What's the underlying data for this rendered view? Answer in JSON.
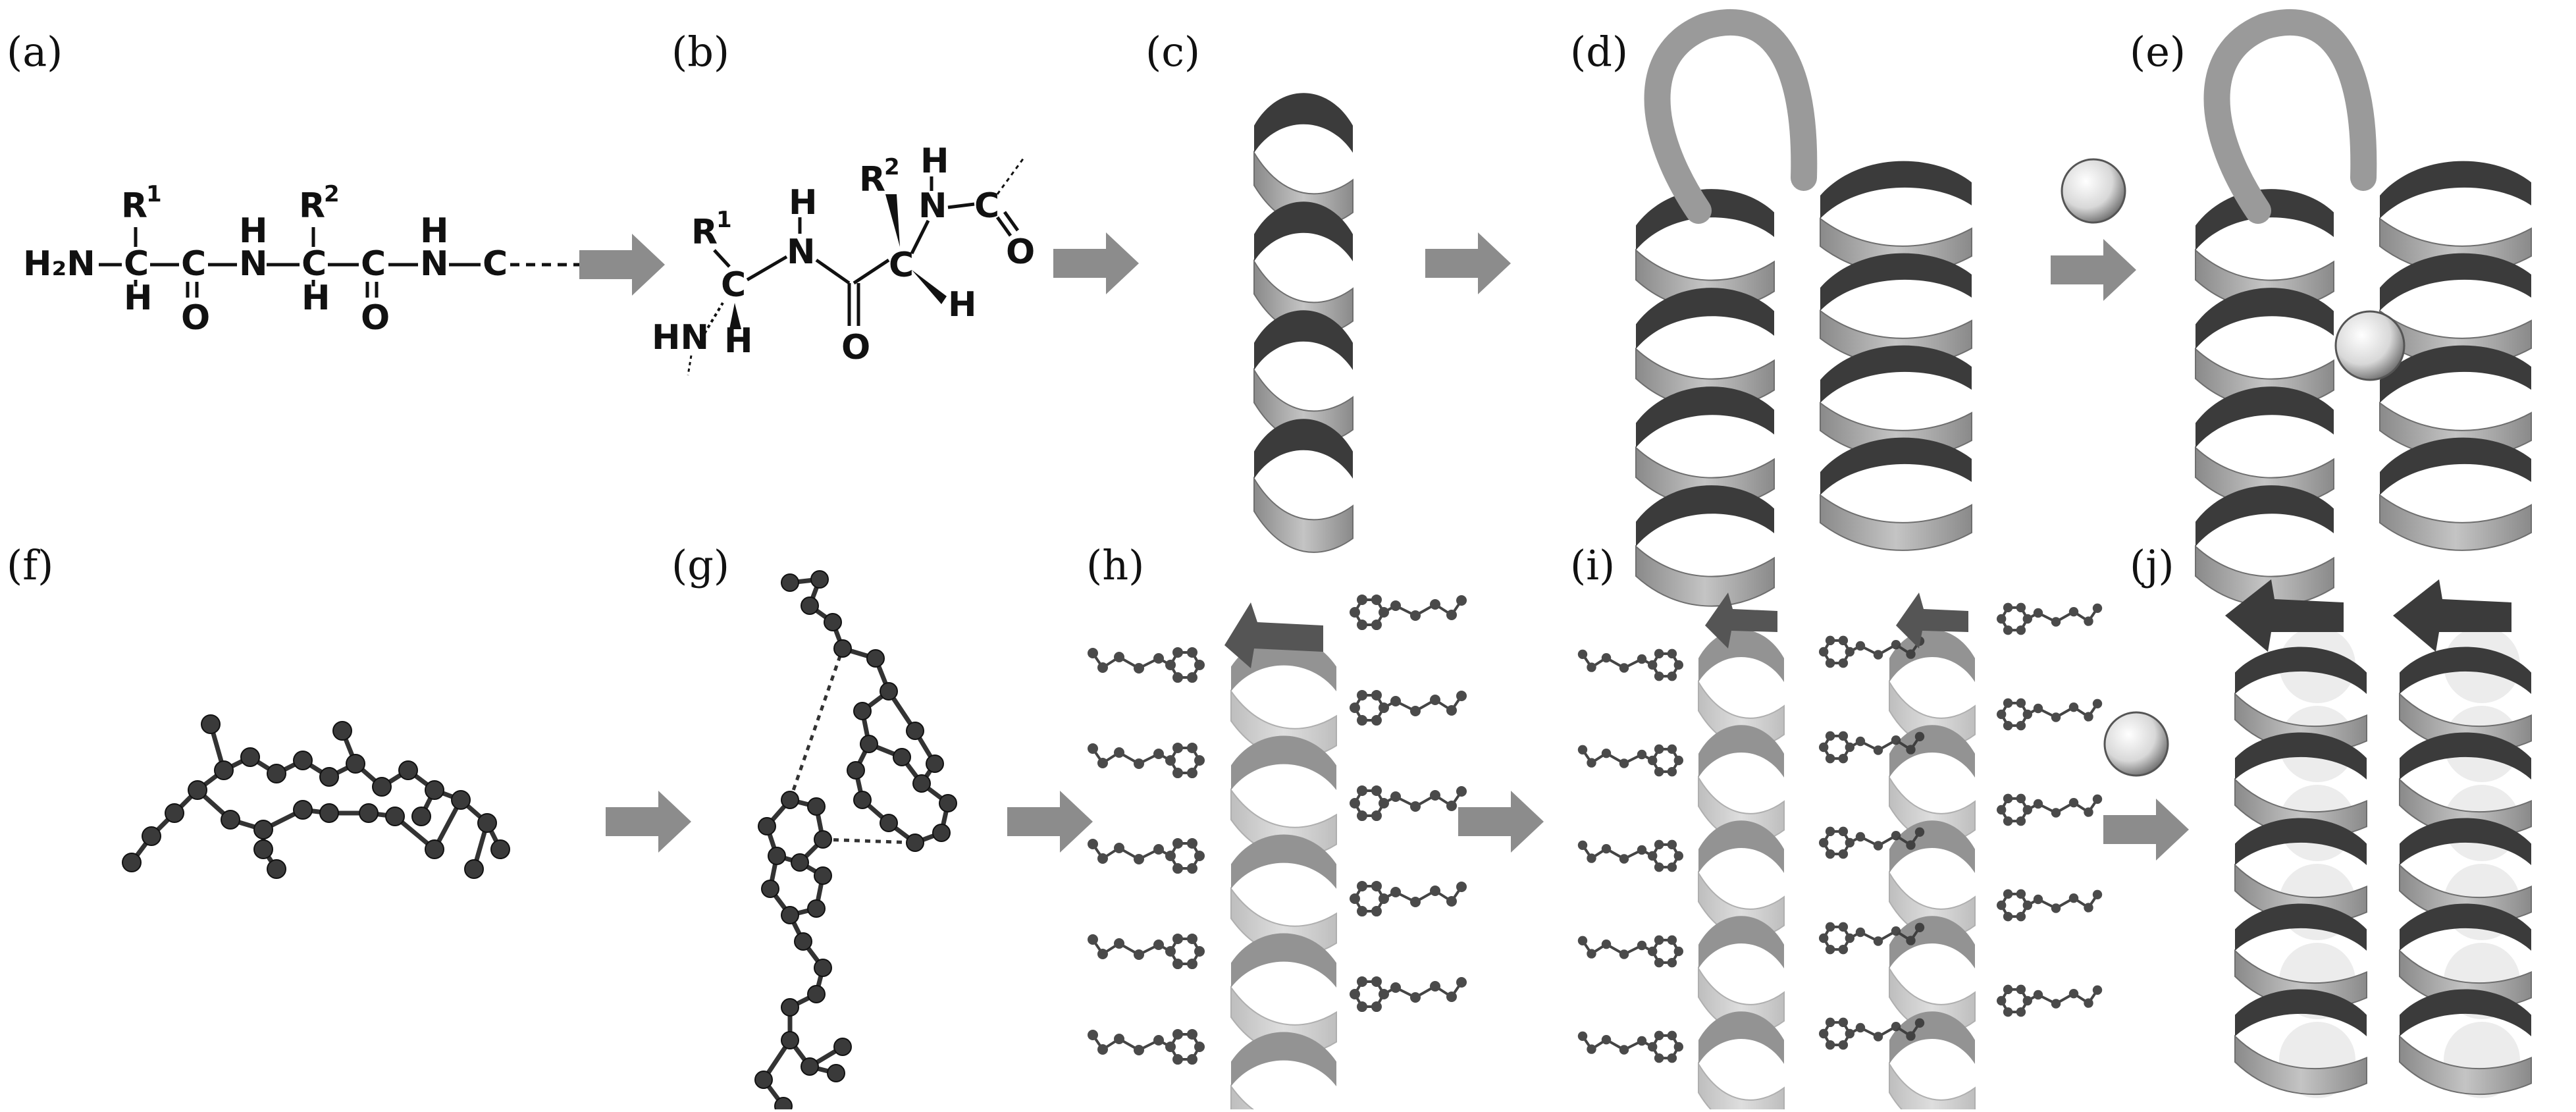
{
  "panels": {
    "a": "(a)",
    "b": "(b)",
    "c": "(c)",
    "d": "(d)",
    "e": "(e)",
    "f": "(f)",
    "g": "(g)",
    "h": "(h)",
    "i": "(i)",
    "j": "(j)"
  },
  "chem_a": {
    "h2n": "H₂N",
    "r": "R",
    "sup1": "1",
    "sup2": "2",
    "c": "C",
    "h": "H",
    "o": "O",
    "nh_h": "H",
    "nh_n": "N"
  },
  "chem_b": {
    "r": "R",
    "sup1": "1",
    "sup2": "2",
    "hn": "HN",
    "c": "C",
    "h": "H",
    "o": "O",
    "n": "N"
  },
  "colors": {
    "arrow": "#8c8c8c",
    "ribbon_light": "#a9a9a9",
    "ribbon_dark": "#3b3b3b",
    "atom": "#3a3a3a",
    "sphere": "#e6e6e6"
  }
}
